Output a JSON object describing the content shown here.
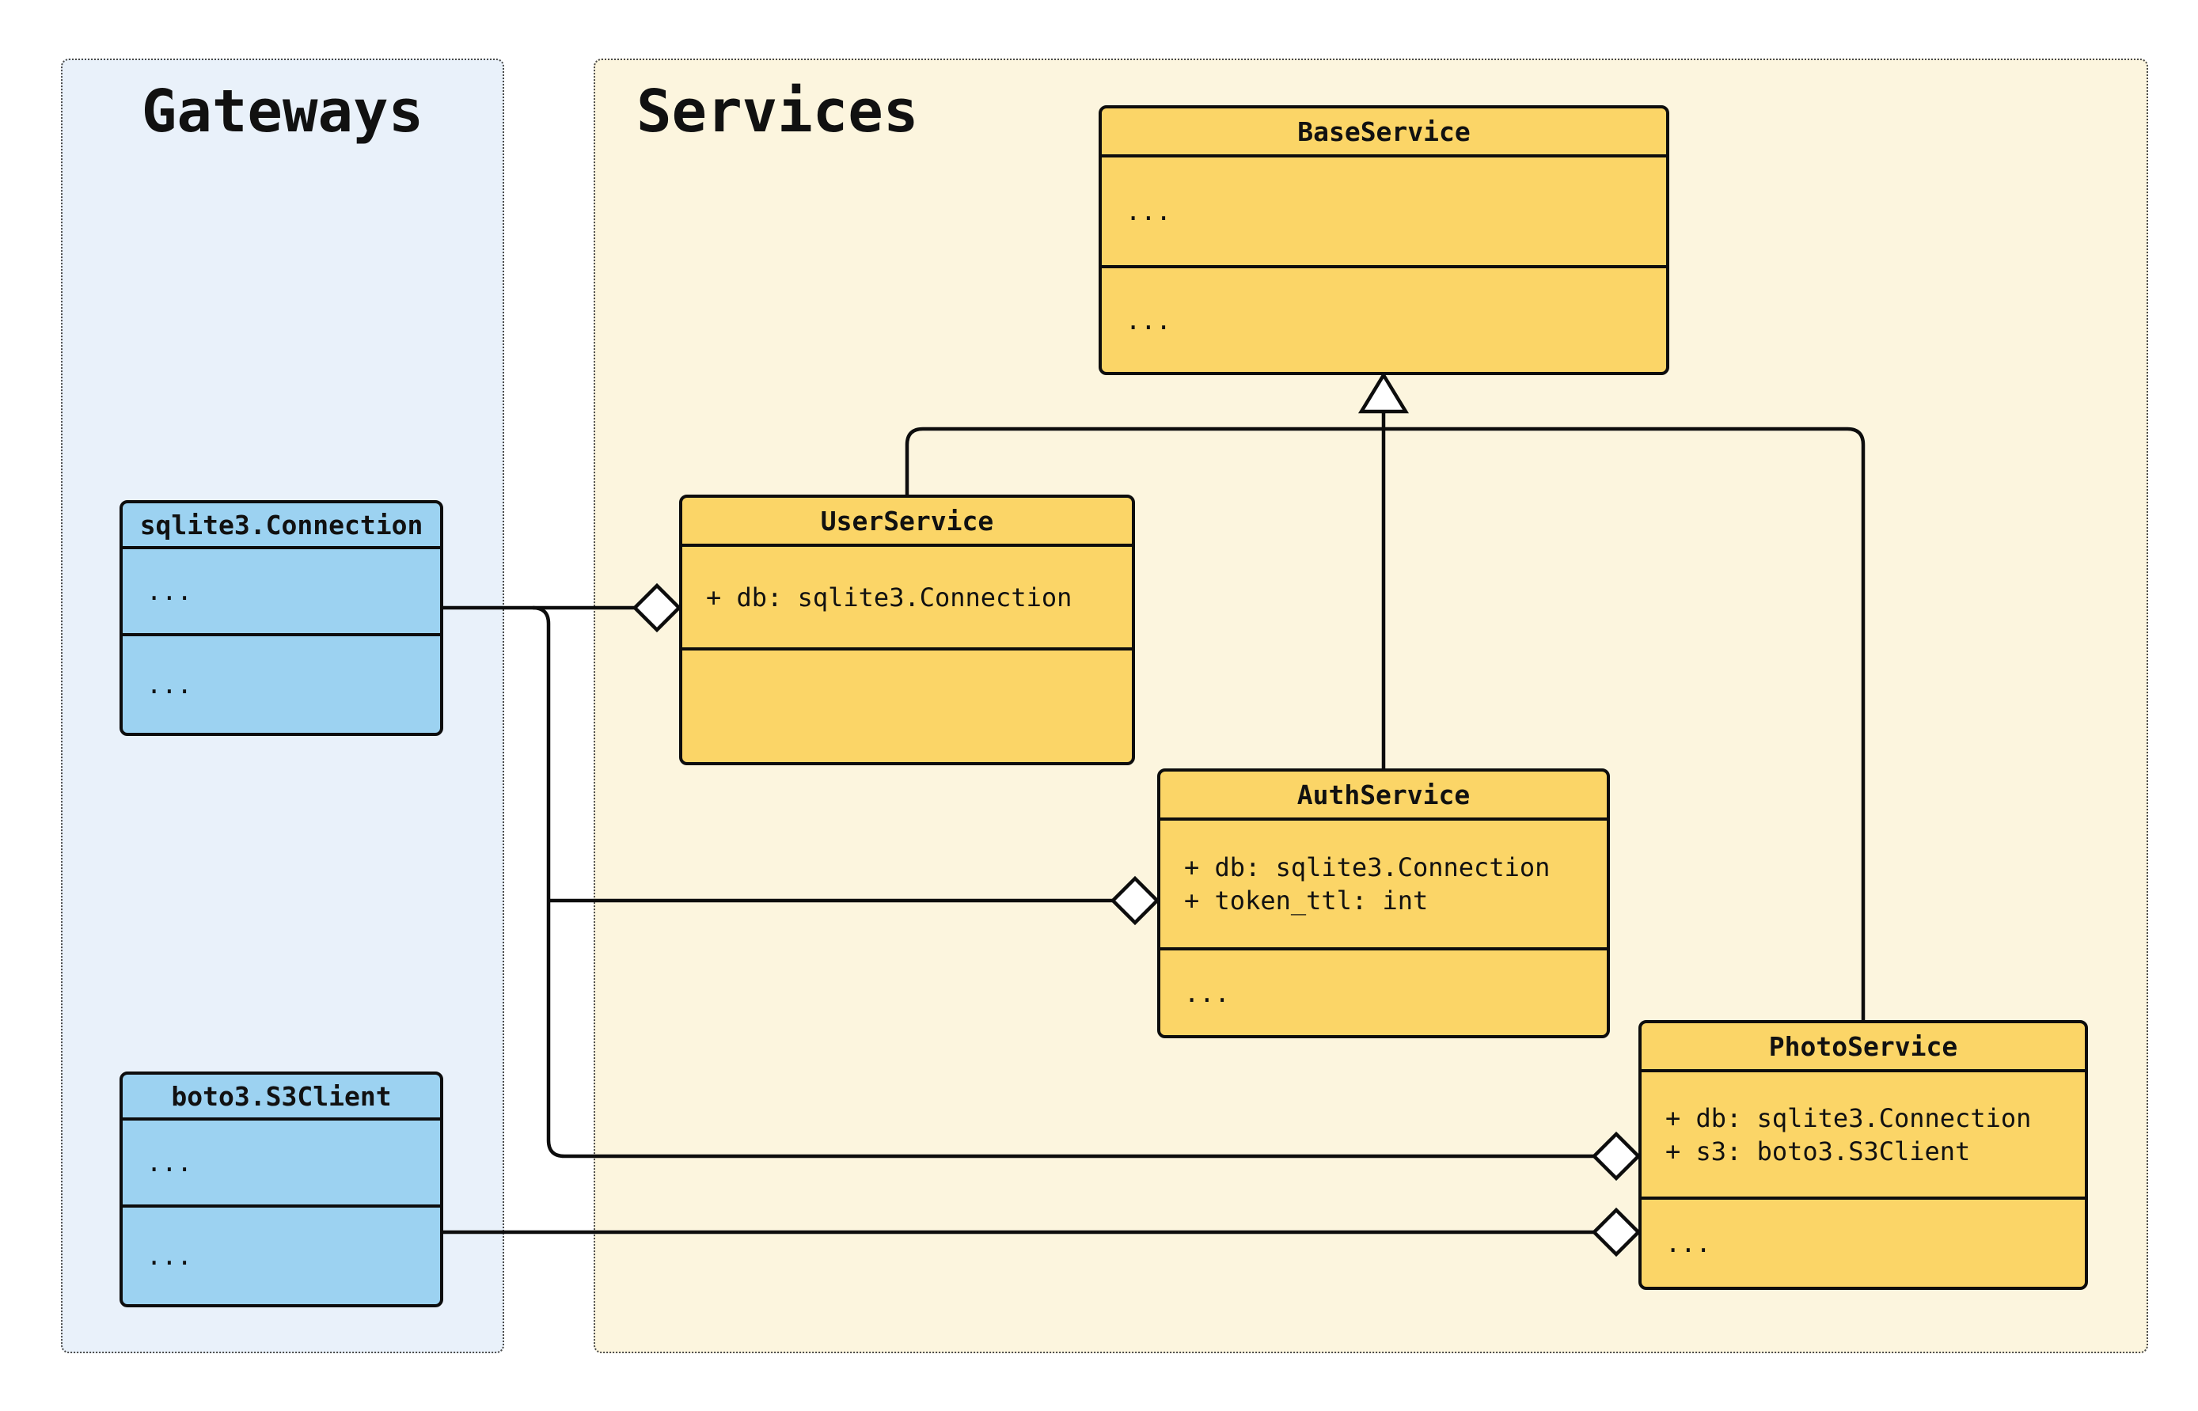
{
  "diagram": {
    "kind": "uml-class-diagram",
    "groups": [
      {
        "id": "gateways",
        "label": "Gateways"
      },
      {
        "id": "services",
        "label": "Services"
      }
    ],
    "classes": [
      {
        "group": "gateways",
        "name": "sqlite3.Connection",
        "attributes": [
          "..."
        ],
        "methods": [
          "..."
        ]
      },
      {
        "group": "gateways",
        "name": "boto3.S3Client",
        "attributes": [
          "..."
        ],
        "methods": [
          "..."
        ]
      },
      {
        "group": "services",
        "name": "BaseService",
        "attributes": [
          "..."
        ],
        "methods": [
          "..."
        ]
      },
      {
        "group": "services",
        "name": "UserService",
        "attributes": [
          "+ db: sqlite3.Connection"
        ],
        "methods": []
      },
      {
        "group": "services",
        "name": "AuthService",
        "attributes": [
          "+ db: sqlite3.Connection",
          "+ token_ttl: int"
        ],
        "methods": [
          "..."
        ]
      },
      {
        "group": "services",
        "name": "PhotoService",
        "attributes": [
          "+ db: sqlite3.Connection",
          "+ s3: boto3.S3Client"
        ],
        "methods": [
          "..."
        ]
      }
    ],
    "relationships": [
      {
        "type": "inheritance",
        "child": "UserService",
        "parent": "BaseService"
      },
      {
        "type": "inheritance",
        "child": "AuthService",
        "parent": "BaseService"
      },
      {
        "type": "inheritance",
        "child": "PhotoService",
        "parent": "BaseService"
      },
      {
        "type": "aggregation",
        "part": "sqlite3.Connection",
        "whole": "UserService"
      },
      {
        "type": "aggregation",
        "part": "sqlite3.Connection",
        "whole": "AuthService"
      },
      {
        "type": "aggregation",
        "part": "sqlite3.Connection",
        "whole": "PhotoService"
      },
      {
        "type": "aggregation",
        "part": "boto3.S3Client",
        "whole": "PhotoService"
      }
    ],
    "colors": {
      "gateway_class_fill": "#9cd2f1",
      "service_class_fill": "#fbd567",
      "gateways_group_bg": "#e9f1fa",
      "services_group_bg": "#fcf5de",
      "stroke": "#0d0d0d",
      "page_bg": "#ffffff"
    }
  }
}
